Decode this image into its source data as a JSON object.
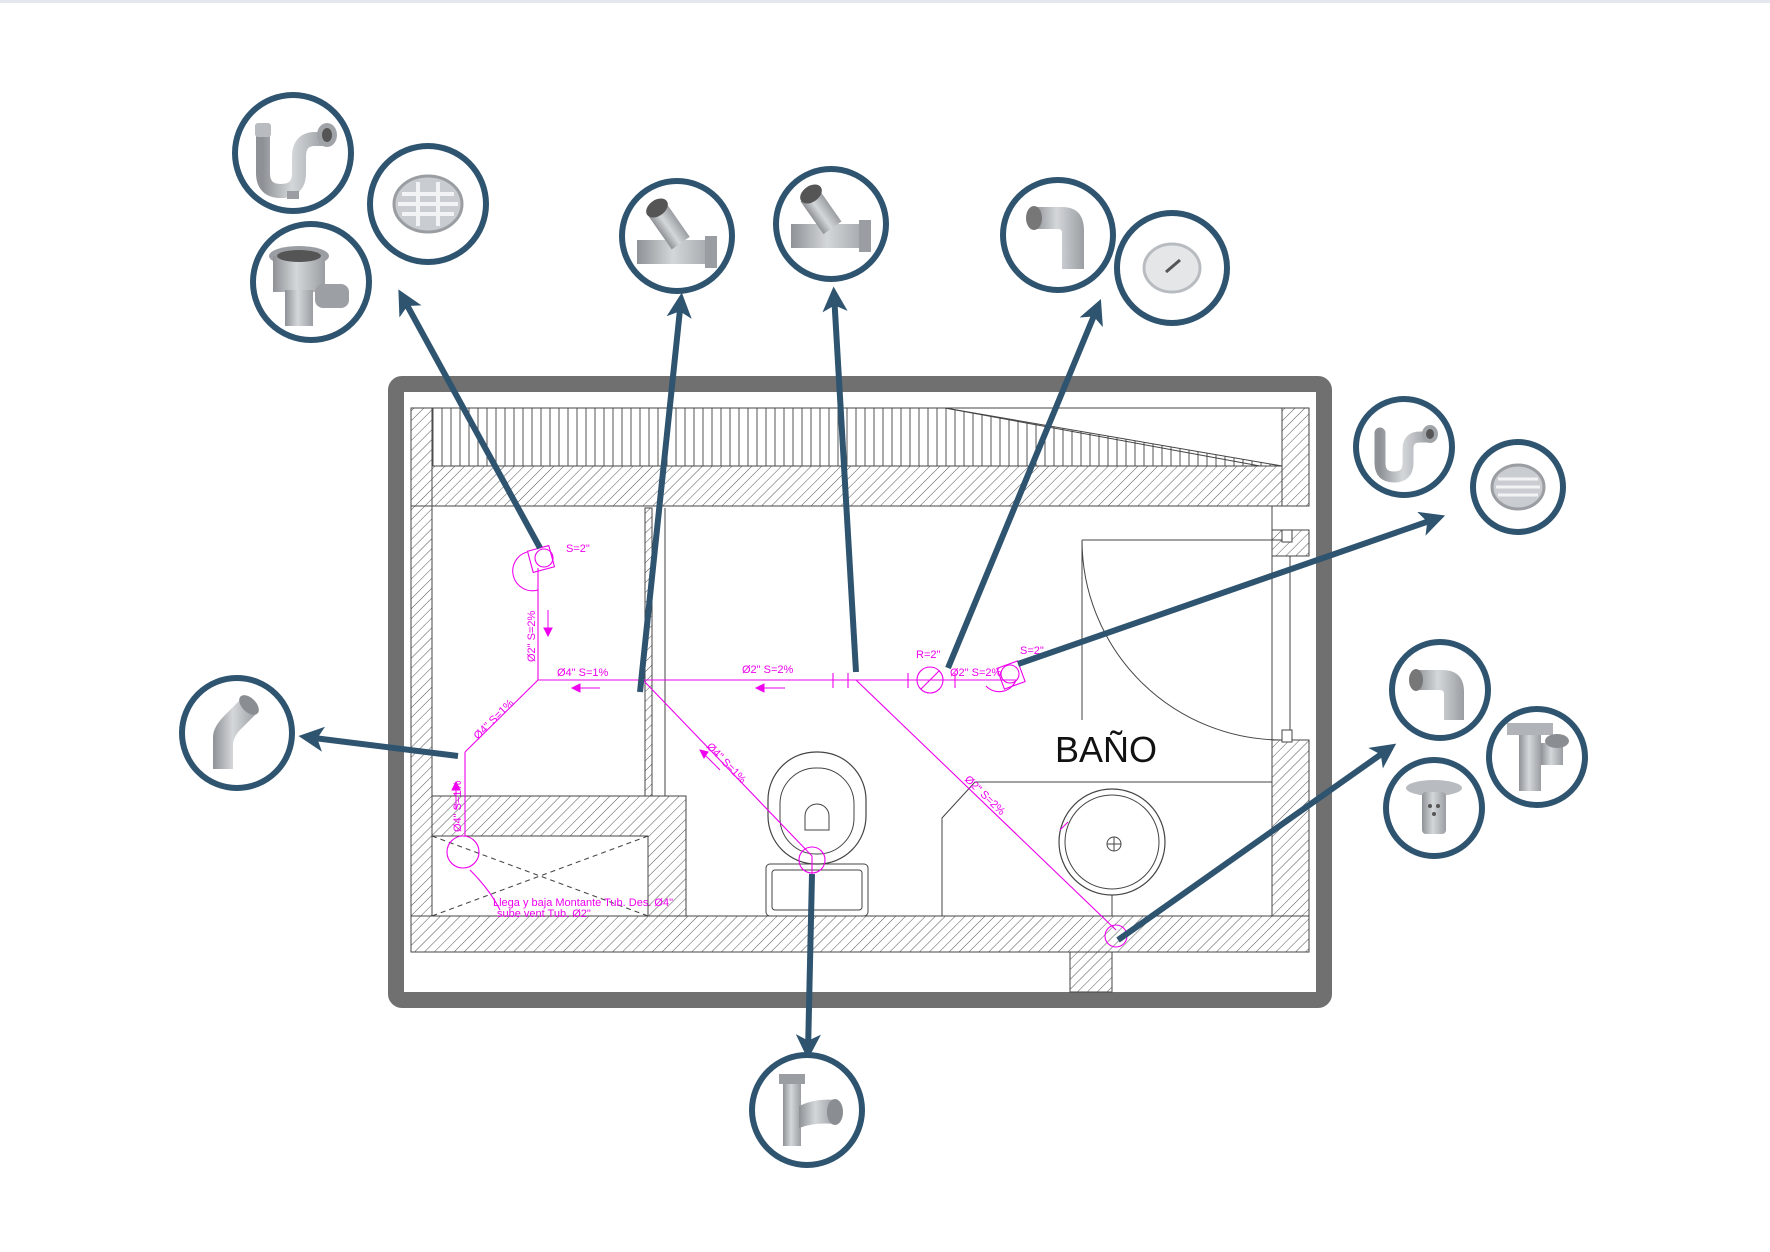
{
  "room": {
    "label": "BAÑO"
  },
  "annotations": {
    "s_2_a": "S=2\"",
    "pipe_v1": "Ø2\"  S=2%",
    "pipe_h1": "Ø4\"  S=1%",
    "pipe_h2": "Ø2\"  S=2%",
    "pipe_diag1": "Ø4\"  S=1%",
    "pipe_v2": "Ø4\"  S=1%",
    "pipe_diag2": "Ø4\"  S=1%",
    "pipe_h3": "Ø2\"  S=2%",
    "r_2": "R=2\"",
    "s_2_b": "S=2\"",
    "pipe_diag3": "Ø2\"  S=2%",
    "montante_1": "Llega y baja  Montante Tub. Des. Ø4\"",
    "montante_2": "sube  vent Tub.  Ø2\""
  },
  "colors": {
    "pipe": "#ee00ee",
    "callout": "#2f5470",
    "wall": "#707070",
    "fitting": "#a9adb1"
  },
  "callouts": [
    {
      "id": "trap-drain-corner",
      "icons": [
        "p-trap-icon",
        "floor-grate-icon",
        "floor-drain-icon"
      ]
    },
    {
      "id": "wye-left",
      "icons": [
        "wye-fitting-icon"
      ]
    },
    {
      "id": "wye-center",
      "icons": [
        "wye-fitting-icon"
      ]
    },
    {
      "id": "elbow-cap",
      "icons": [
        "elbow-fitting-icon",
        "cleanout-cap-icon"
      ]
    },
    {
      "id": "trap-grate-shower",
      "icons": [
        "p-trap-icon",
        "floor-grate-icon"
      ]
    },
    {
      "id": "elbow-45-left",
      "icons": [
        "elbow-45-icon"
      ]
    },
    {
      "id": "sanitary-tee-toilet",
      "icons": [
        "sanitary-tee-icon"
      ]
    },
    {
      "id": "vent-stack",
      "icons": [
        "elbow-fitting-icon",
        "tee-fitting-icon",
        "vent-cap-icon"
      ]
    }
  ]
}
